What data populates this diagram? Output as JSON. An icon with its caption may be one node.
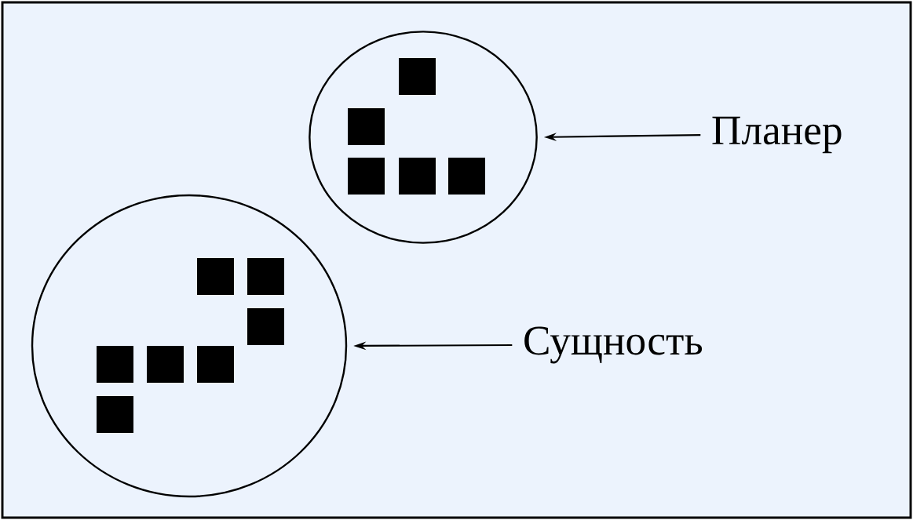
{
  "diagram": {
    "nodes": [
      {
        "text": [],
        "shape": "circle"
      },
      {
        "text": [
          "Планер"
        ]
      },
      {
        "text": [],
        "shape": "circle"
      },
      {
        "text": [
          "Сущность"
        ]
      }
    ],
    "edges": [
      {
        "from": 1,
        "to": 0,
        "arrow": "to"
      },
      {
        "from": 3,
        "to": 2,
        "arrow": "to"
      }
    ]
  }
}
